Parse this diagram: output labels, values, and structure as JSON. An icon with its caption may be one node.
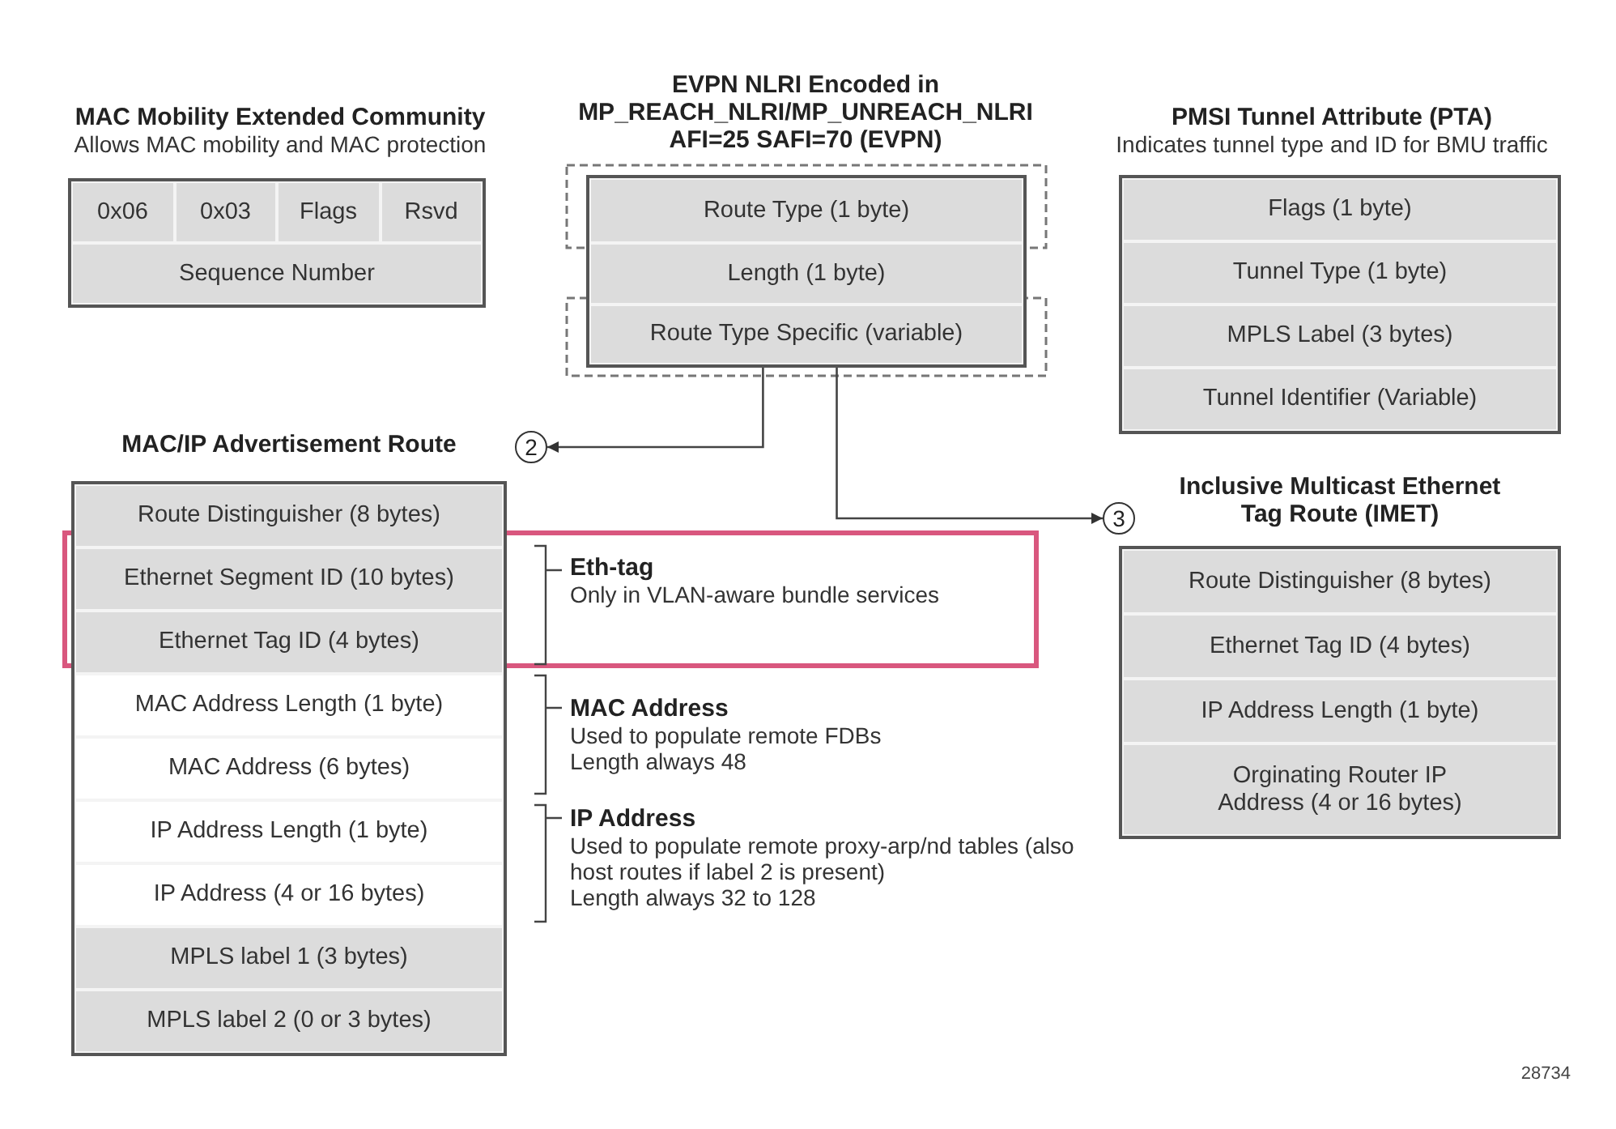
{
  "diagram": {
    "nodes": [
      {
        "text": [
          "MAC Mobility Extended Community",
          "Allows MAC mobility and MAC protection"
        ]
      },
      {
        "text": [
          "0x06"
        ],
        "in": 0
      },
      {
        "text": [
          "0x03"
        ],
        "in": 0
      },
      {
        "text": [
          "Flags"
        ],
        "in": 0
      },
      {
        "text": [
          "Rsvd"
        ],
        "in": 0
      },
      {
        "text": [
          "Sequence Number"
        ],
        "in": 0
      },
      {
        "text": [
          "EVPN NLRI Encoded in MP_REACH_NLRI/MP_UNREACH_NLRI AFI=25 SAFI=70 (EVPN)"
        ]
      },
      {
        "text": [
          "Route Type (1 byte)"
        ],
        "in": 6
      },
      {
        "text": [
          "Length (1 byte)"
        ],
        "in": 6
      },
      {
        "text": [
          "Route Type Specific (variable)"
        ],
        "in": 6
      },
      {
        "text": [
          "PMSI Tunnel Attribute (PTA)",
          "Indicates tunnel type and ID for BMU traffic"
        ]
      },
      {
        "text": [
          "Flags (1 byte)"
        ],
        "in": 10
      },
      {
        "text": [
          "Tunnel Type (1 byte)"
        ],
        "in": 10
      },
      {
        "text": [
          "MPLS Label (3 bytes)"
        ],
        "in": 10
      },
      {
        "text": [
          "Tunnel Identifier (Variable)"
        ],
        "in": 10
      },
      {
        "text": [
          "MAC/IP Advertisement Route"
        ]
      },
      {
        "text": [
          "2"
        ]
      },
      {
        "text": [
          "Route Distinguisher (8 bytes)"
        ],
        "in": 15
      },
      {
        "text": [
          "Ethernet Segment ID (10 bytes)"
        ],
        "in": 15
      },
      {
        "text": [
          "Ethernet Tag ID (4 bytes)"
        ],
        "in": 15
      },
      {
        "text": [
          "MAC Address Length (1 byte)"
        ],
        "in": 15
      },
      {
        "text": [
          "MAC Address (6 bytes)"
        ],
        "in": 15
      },
      {
        "text": [
          "IP Address Length (1 byte)"
        ],
        "in": 15
      },
      {
        "text": [
          "IP Address (4 or 16 bytes)"
        ],
        "in": 15
      },
      {
        "text": [
          "MPLS label 1 (3 bytes)"
        ],
        "in": 15
      },
      {
        "text": [
          "MPLS label 2 (0 or 3 bytes)"
        ],
        "in": 15
      },
      {
        "text": [
          "3"
        ]
      },
      {
        "text": [
          "Inclusive Multicast Ethernet Tag Route (IMET)"
        ]
      },
      {
        "text": [
          "Route Distinguisher (8 bytes)"
        ],
        "in": 27
      },
      {
        "text": [
          "Ethernet Tag ID (4 bytes)"
        ],
        "in": 27
      },
      {
        "text": [
          "IP Address Length (1 byte)"
        ],
        "in": 27
      },
      {
        "text": [
          "Orginating Router IP Address (4 or 16 bytes)"
        ],
        "in": 27
      },
      {
        "text": [
          "Eth-tag",
          "Only in VLAN-aware bundle services"
        ]
      },
      {
        "text": [
          "MAC Address",
          "Used to populate remote FDBs",
          "Length always 48"
        ]
      },
      {
        "text": [
          "IP Address",
          "Used to populate remote proxy-arp/nd tables (also host routes if label 2 is present)",
          "Length always 32 to 128"
        ]
      }
    ],
    "edges": [
      {
        "from": 9,
        "to": 16,
        "arrow": "to"
      },
      {
        "from": 9,
        "to": 26,
        "arrow": "to"
      }
    ],
    "labels": [
      "28734"
    ]
  }
}
